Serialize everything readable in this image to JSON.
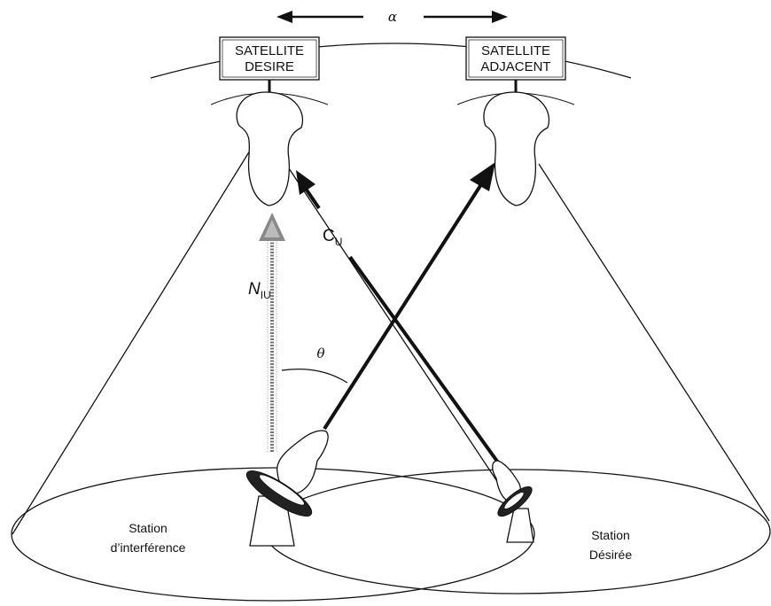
{
  "angle_alpha": "α",
  "angle_theta": "θ",
  "satellite_desired": {
    "line1": "SATELLITE",
    "line2": "DESIRE"
  },
  "satellite_adjacent": {
    "line1": "SATELLITE",
    "line2": "ADJACENT"
  },
  "carrier": {
    "symbol": "C",
    "subscript": "U"
  },
  "noise": {
    "symbol": "N",
    "subscript": "IU"
  },
  "station_interference": {
    "line1": "Station",
    "line2": "d’interférence"
  },
  "station_desired": {
    "line1": "Station",
    "line2": "Désirée"
  }
}
